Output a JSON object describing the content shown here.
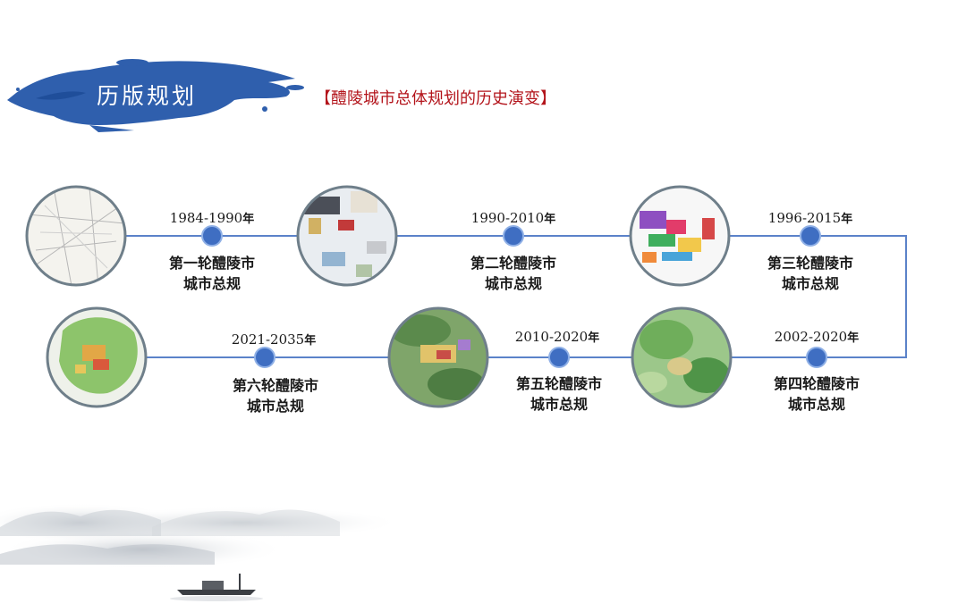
{
  "header": {
    "section_label": "历版规划",
    "subtitle": "【醴陵城市总体规划的历史演变】"
  },
  "colors": {
    "accent_blue": "#3f6ec2",
    "line_blue": "#5b82c9",
    "title_red": "#b3141b"
  },
  "timeline": [
    {
      "years": "1984-1990",
      "suffix": "年",
      "line1": "第一轮醴陵市",
      "line2": "城市总规"
    },
    {
      "years": "1990-2010",
      "suffix": "年",
      "line1": "第二轮醴陵市",
      "line2": "城市总规"
    },
    {
      "years": "1996-2015",
      "suffix": "年",
      "line1": "第三轮醴陵市",
      "line2": "城市总规"
    },
    {
      "years": "2002-2020",
      "suffix": "年",
      "line1": "第四轮醴陵市",
      "line2": "城市总规"
    },
    {
      "years": "2010-2020",
      "suffix": "年",
      "line1": "第五轮醴陵市",
      "line2": "城市总规"
    },
    {
      "years": "2021-2035",
      "suffix": "年",
      "line1": "第六轮醴陵市",
      "line2": "城市总规"
    }
  ]
}
